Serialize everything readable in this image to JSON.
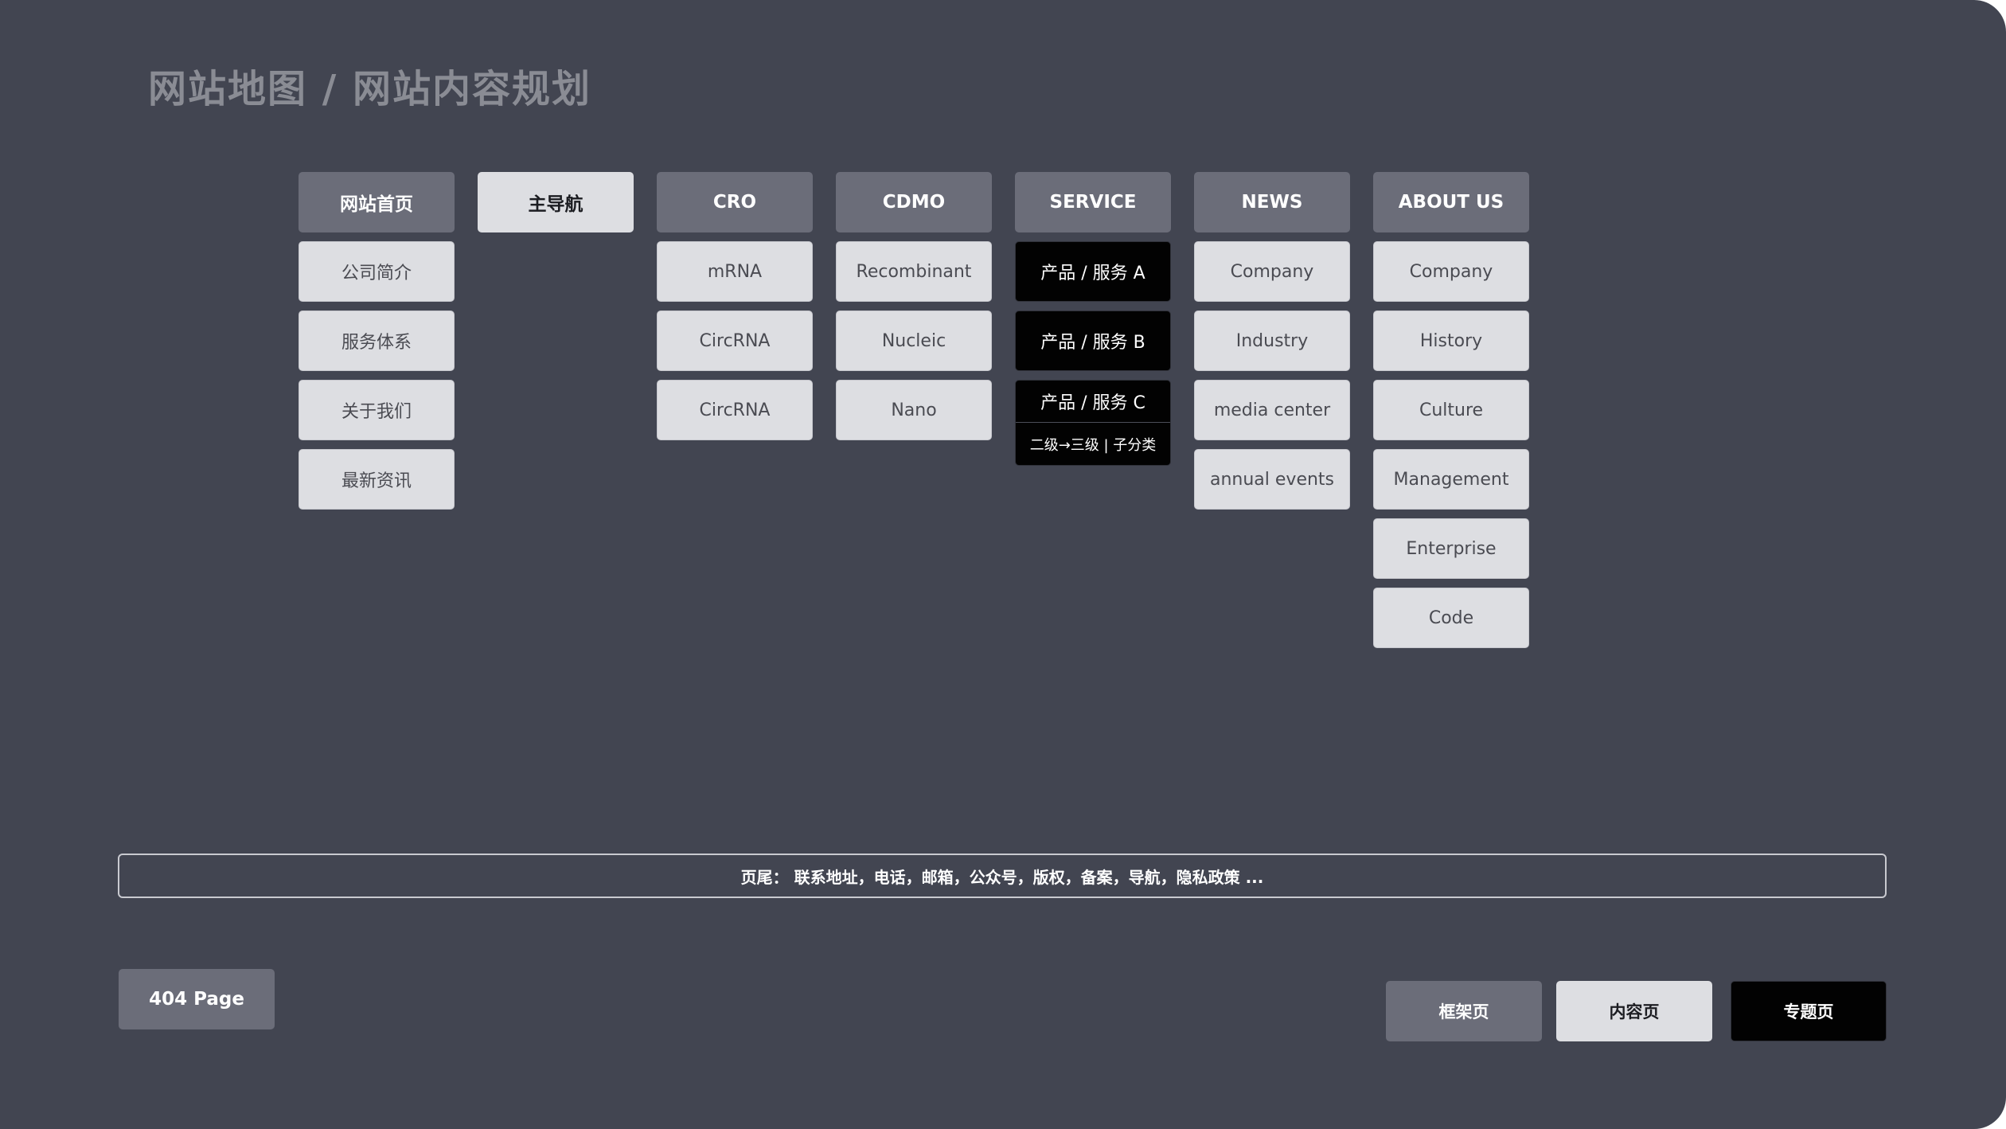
{
  "title": "网站地图 / 网站内容规划",
  "columns": [
    {
      "header": "网站首页",
      "items": [
        "公司简介",
        "服务体系",
        "关于我们",
        "最新资讯"
      ]
    },
    {
      "header": "主导航",
      "items": []
    },
    {
      "header": "CRO",
      "items": [
        "mRNA",
        "CircRNA",
        "CircRNA"
      ]
    },
    {
      "header": "CDMO",
      "items": [
        "Recombinant",
        "Nucleic",
        "Nano"
      ]
    },
    {
      "header": "SERVICE",
      "items": [
        "产品 / 服务 A",
        "产品 / 服务 B",
        "产品 / 服务 C"
      ],
      "sub_note": "二级→三级 | 子分类"
    },
    {
      "header": "NEWS",
      "items": [
        "Company",
        "Industry",
        "media center",
        "annual events"
      ]
    },
    {
      "header": "ABOUT US",
      "items": [
        "Company",
        "History",
        "Culture",
        "Management",
        "Enterprise",
        "Code"
      ]
    }
  ],
  "footer": "页尾： 联系地址，电话，邮箱，公众号，版权，备案，导航，隐私政策 ...",
  "error_page": "404 Page",
  "legend": {
    "frame": "框架页",
    "content": "内容页",
    "topic": "专题页"
  }
}
